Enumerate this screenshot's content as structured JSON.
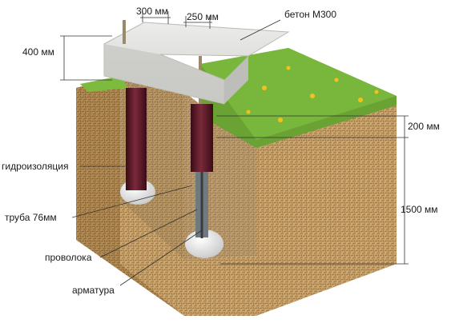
{
  "dimensions": {
    "beam_height": "400 мм",
    "beam_width": "300 мм",
    "pile_spacing": "250 мм",
    "grillage_gap": "200 мм",
    "pile_depth": "1500 мм"
  },
  "materials": {
    "concrete": "бетон М300",
    "waterproofing": "гидроизоляция",
    "pipe": "труба 76мм",
    "wire": "проволока",
    "rebar": "арматура"
  },
  "colors": {
    "soil": "#c9a36a",
    "soil_dark": "#a9844f",
    "concrete": "#d9d9d6",
    "pipe": "#5a1a26",
    "grass": "#6aa234",
    "leader": "#333333"
  }
}
